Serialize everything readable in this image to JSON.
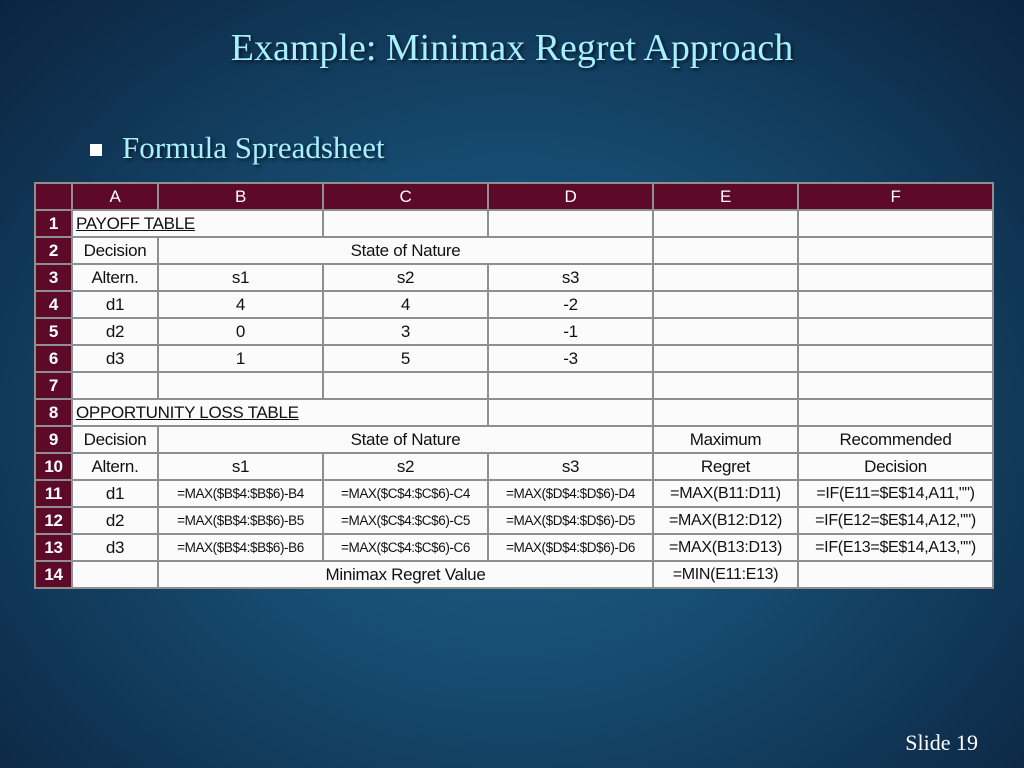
{
  "slide": {
    "title": "Example:  Minimax Regret Approach",
    "bullet": "Formula Spreadsheet",
    "slide_number": "Slide 19"
  },
  "sheet": {
    "columns": [
      "A",
      "B",
      "C",
      "D",
      "E",
      "F"
    ],
    "rows": {
      "r1": {
        "num": "1",
        "a": "PAYOFF TABLE"
      },
      "r2": {
        "num": "2",
        "a": "Decision",
        "bcd": "State of Nature"
      },
      "r3": {
        "num": "3",
        "a": "Altern.",
        "b": "s1",
        "c": "s2",
        "d": "s3"
      },
      "r4": {
        "num": "4",
        "a": "d1",
        "b": "4",
        "c": "4",
        "d": "-2"
      },
      "r5": {
        "num": "5",
        "a": "d2",
        "b": "0",
        "c": "3",
        "d": "-1"
      },
      "r6": {
        "num": "6",
        "a": "d3",
        "b": "1",
        "c": "5",
        "d": "-3"
      },
      "r7": {
        "num": "7"
      },
      "r8": {
        "num": "8",
        "a": "OPPORTUNITY LOSS TABLE"
      },
      "r9": {
        "num": "9",
        "a": "Decision",
        "bcd": "State of Nature",
        "e": "Maximum",
        "f": "Recommended"
      },
      "r10": {
        "num": "10",
        "a": "Altern.",
        "b": "s1",
        "c": "s2",
        "d": "s3",
        "e": "Regret",
        "f": "Decision"
      },
      "r11": {
        "num": "11",
        "a": "d1",
        "b": "=MAX($B$4:$B$6)-B4",
        "c": "=MAX($C$4:$C$6)-C4",
        "d": "=MAX($D$4:$D$6)-D4",
        "e": "=MAX(B11:D11)",
        "f": "=IF(E11=$E$14,A11,\"\")"
      },
      "r12": {
        "num": "12",
        "a": "d2",
        "b": "=MAX($B$4:$B$6)-B5",
        "c": "=MAX($C$4:$C$6)-C5",
        "d": "=MAX($D$4:$D$6)-D5",
        "e": "=MAX(B12:D12)",
        "f": "=IF(E12=$E$14,A12,\"\")"
      },
      "r13": {
        "num": "13",
        "a": "d3",
        "b": "=MAX($B$4:$B$6)-B6",
        "c": "=MAX($C$4:$C$6)-C6",
        "d": "=MAX($D$4:$D$6)-D6",
        "e": "=MAX(B13:D13)",
        "f": "=IF(E13=$E$14,A13,\"\")"
      },
      "r14": {
        "num": "14",
        "bcd": "Minimax Regret Value",
        "e": "=MIN(E11:E13)"
      }
    }
  }
}
